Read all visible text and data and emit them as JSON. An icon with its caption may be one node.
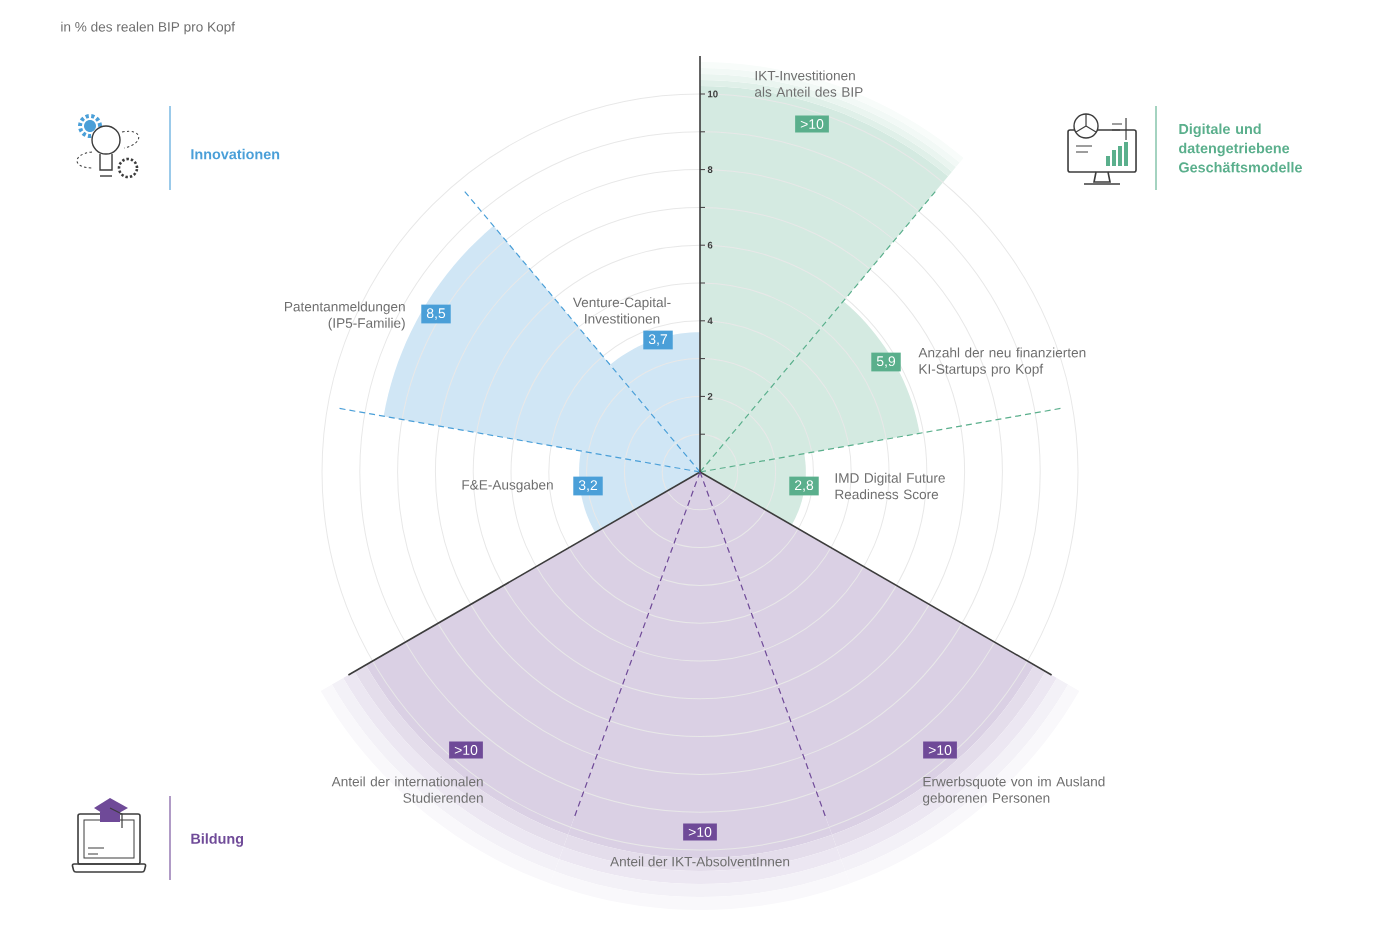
{
  "diagram": {
    "nodes": [
      {
        "text": [
          ">10"
        ],
        "beside": [
          "IKT-Investitionen als Anteil des BIP"
        ]
      },
      {
        "text": [
          "5,9"
        ],
        "beside": [
          "Anzahl der neu finanzierten KI-Startups pro Kopf"
        ]
      },
      {
        "text": [
          "2,8"
        ],
        "beside": [
          "IMD Digital Future Readiness Score"
        ]
      },
      {
        "text": [
          ">10"
        ],
        "beside": [
          "Erwerbsquote von im Ausland geborenen Personen"
        ]
      },
      {
        "text": [
          ">10"
        ],
        "beside": [
          "Anteil der IKT-AbsolventInnen"
        ]
      },
      {
        "text": [
          ">10"
        ],
        "beside": [
          "Anteil der internationalen Studierenden"
        ]
      },
      {
        "text": [
          "3,2"
        ],
        "beside": [
          "F&E-Ausgaben"
        ]
      },
      {
        "text": [
          "8,5"
        ],
        "beside": [
          "Patentanmeldungen (IP5-Familie)"
        ]
      },
      {
        "text": [
          "3,7"
        ],
        "beside": [
          "Venture-Capital-Investitionen"
        ]
      }
    ],
    "labels": [
      "in % des realen BIP pro Kopf",
      "10",
      "8",
      "6",
      "4",
      "2"
    ],
    "legend": [
      {
        "text": "Innovationen"
      },
      {
        "text": "Digitale und datengetriebene Geschäftsmodelle"
      },
      {
        "text": "Bildung"
      }
    ]
  }
}
